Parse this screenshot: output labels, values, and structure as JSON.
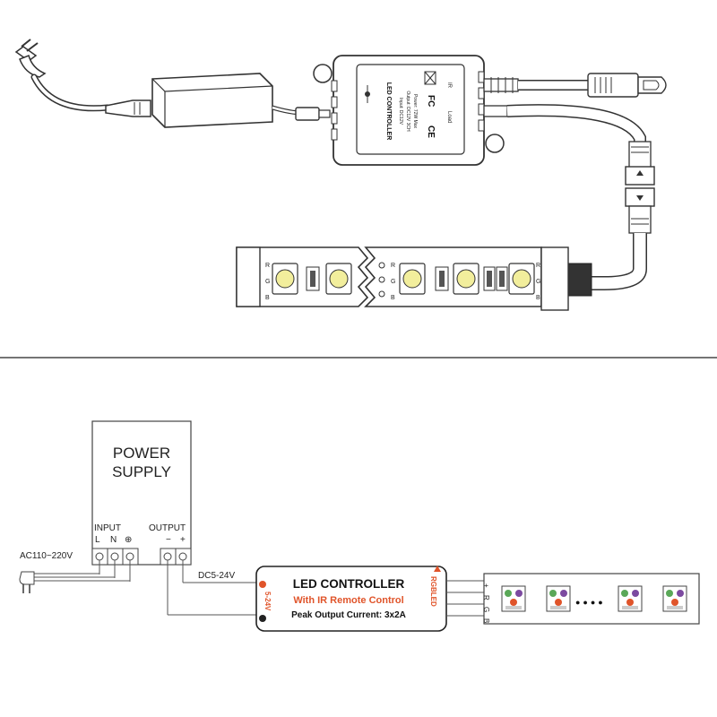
{
  "illustration": {
    "controller_label": {
      "title": "LED CONTROLLER",
      "input": "Input: DC12V",
      "output": "Output: DC12V 3CH",
      "power": "Power: 72W Max",
      "pins": "Load",
      "ir": "IR"
    },
    "strip_letters_left": [
      "R",
      "G",
      "B"
    ],
    "strip_letters_right": [
      "R",
      "G",
      "B"
    ]
  },
  "schematic": {
    "power_supply": {
      "title_line1": "POWER",
      "title_line2": "SUPPLY",
      "input_label": "INPUT",
      "input_terms": [
        "L",
        "N",
        "⊕"
      ],
      "output_label": "OUTPUT",
      "output_terms": [
        "−",
        "+"
      ]
    },
    "ac_label": "AC110~220V",
    "dc_label": "DC5-24V",
    "controller": {
      "title": "LED CONTROLLER",
      "subtitle": "With IR Remote Control",
      "peak": "Peak Output Current: 3x2A",
      "left_side": "5-24V",
      "right_side": "RGBLED"
    },
    "strip_channels": [
      "+",
      "R",
      "G",
      "B"
    ],
    "ellipsis": "●●●●"
  }
}
